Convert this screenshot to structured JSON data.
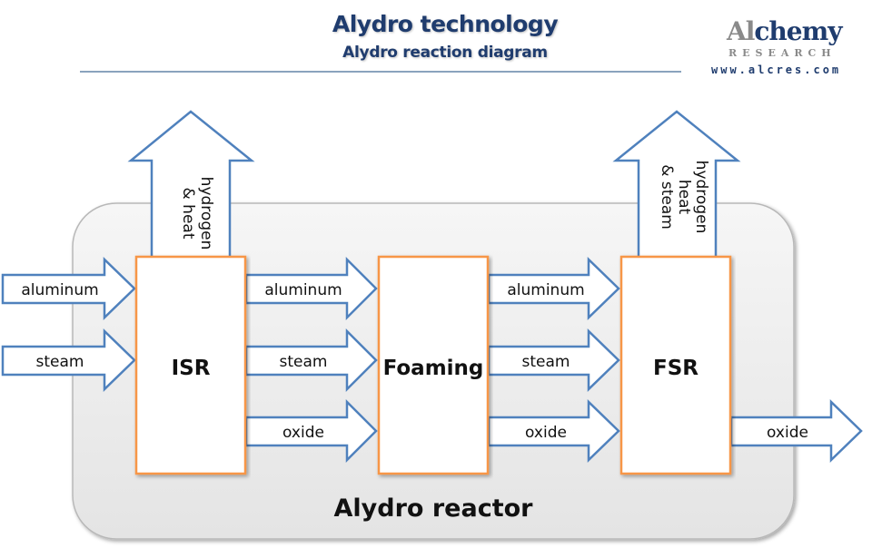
{
  "header": {
    "title": "Alydro technology",
    "subtitle": "Alydro reaction diagram"
  },
  "logo": {
    "brand_prefix": "Al",
    "brand_suffix": "chemy",
    "tagline": "RESEARCH",
    "url": "www.alcres.com"
  },
  "diagram": {
    "container_label": "Alydro reactor",
    "colors": {
      "arrow_stroke": "#4f81bd",
      "box_stroke": "#f79646",
      "container_fill": "#ececec"
    },
    "nodes": [
      {
        "id": "isr",
        "label": "ISR"
      },
      {
        "id": "foaming",
        "label": "Foaming"
      },
      {
        "id": "fsr",
        "label": "FSR"
      }
    ],
    "inputs": [
      {
        "label": "aluminum",
        "to": "isr"
      },
      {
        "label": "steam",
        "to": "isr"
      }
    ],
    "flows_isr_to_foaming": [
      {
        "label": "aluminum"
      },
      {
        "label": "steam"
      },
      {
        "label": "oxide"
      }
    ],
    "flows_foaming_to_fsr": [
      {
        "label": "aluminum"
      },
      {
        "label": "steam"
      },
      {
        "label": "oxide"
      }
    ],
    "outputs": {
      "isr_up": {
        "line1": "hydrogen",
        "line2": "& heat"
      },
      "fsr_up": {
        "line1": "hydrogen",
        "line2": "heat",
        "line3": "& steam"
      },
      "fsr_right": {
        "label": "oxide"
      }
    }
  }
}
